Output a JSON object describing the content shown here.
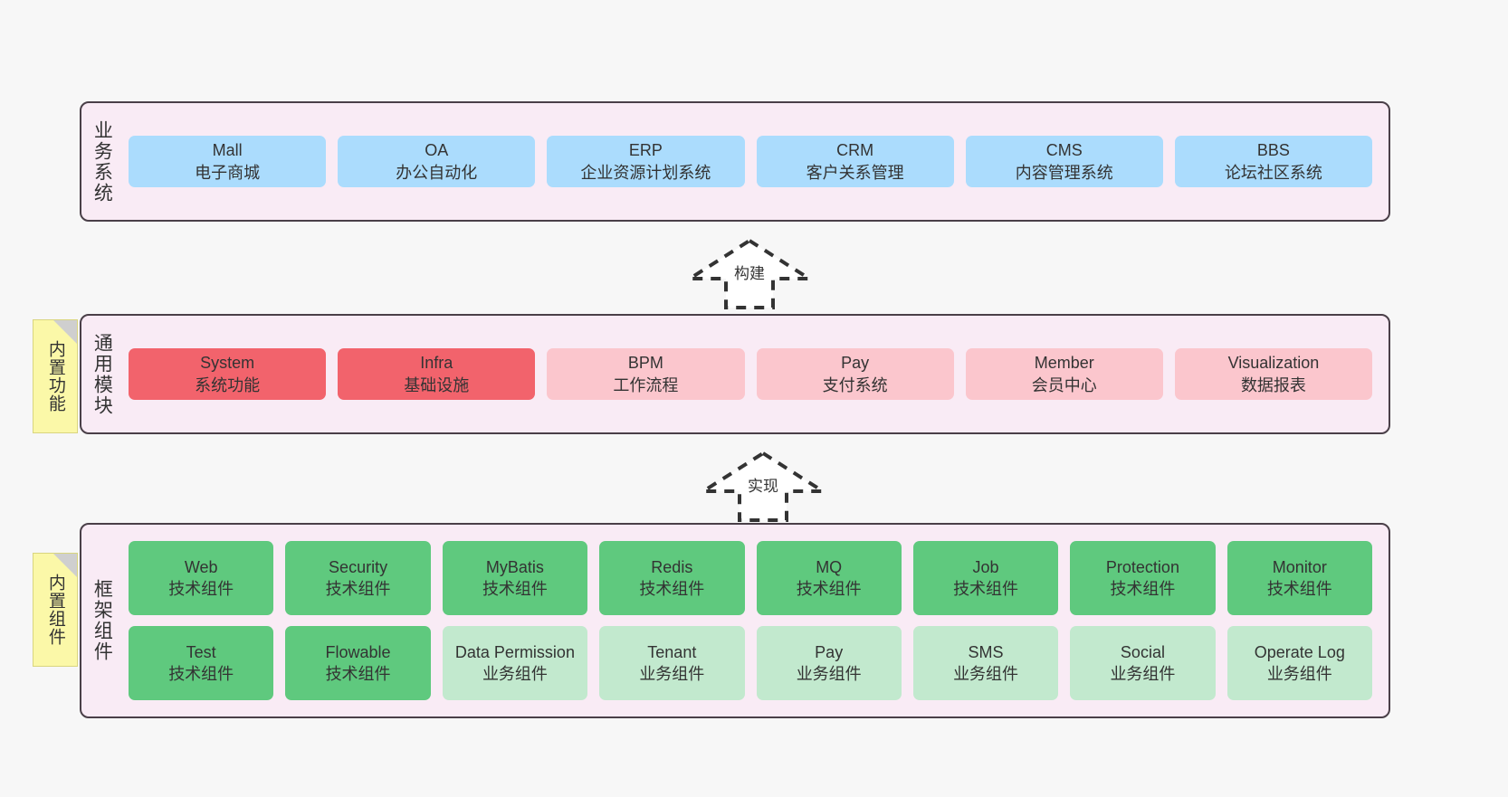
{
  "diagram": {
    "background": "#f7f7f7",
    "layer_fill": "#f9ebf5",
    "layer_border": "#4a3f48",
    "note_fill": "#fbf8a8"
  },
  "layers": [
    {
      "id": "business-systems",
      "label": "业务系统",
      "color": "#abdcfd",
      "rows": [
        {
          "cards": [
            {
              "title": "Mall",
              "subtitle": "电子商城",
              "style": "c-blue"
            },
            {
              "title": "OA",
              "subtitle": "办公自动化",
              "style": "c-blue"
            },
            {
              "title": "ERP",
              "subtitle": "企业资源计划系统",
              "style": "c-blue"
            },
            {
              "title": "CRM",
              "subtitle": "客户关系管理",
              "style": "c-blue"
            },
            {
              "title": "CMS",
              "subtitle": "内容管理系统",
              "style": "c-blue"
            },
            {
              "title": "BBS",
              "subtitle": "论坛社区系统",
              "style": "c-blue"
            }
          ]
        }
      ]
    },
    {
      "id": "common-modules",
      "label": "通用模块",
      "note": "内置功能",
      "rows": [
        {
          "cards": [
            {
              "title": "System",
              "subtitle": "系统功能",
              "style": "c-red"
            },
            {
              "title": "Infra",
              "subtitle": "基础设施",
              "style": "c-red"
            },
            {
              "title": "BPM",
              "subtitle": "工作流程",
              "style": "c-pink"
            },
            {
              "title": "Pay",
              "subtitle": "支付系统",
              "style": "c-pink"
            },
            {
              "title": "Member",
              "subtitle": "会员中心",
              "style": "c-pink"
            },
            {
              "title": "Visualization",
              "subtitle": "数据报表",
              "style": "c-pink"
            }
          ]
        }
      ]
    },
    {
      "id": "framework-components",
      "label": "框架组件",
      "note": "内置组件",
      "rows": [
        {
          "cards": [
            {
              "title": "Web",
              "subtitle": "技术组件",
              "style": "c-green"
            },
            {
              "title": "Security",
              "subtitle": "技术组件",
              "style": "c-green"
            },
            {
              "title": "MyBatis",
              "subtitle": "技术组件",
              "style": "c-green"
            },
            {
              "title": "Redis",
              "subtitle": "技术组件",
              "style": "c-green"
            },
            {
              "title": "MQ",
              "subtitle": "技术组件",
              "style": "c-green"
            },
            {
              "title": "Job",
              "subtitle": "技术组件",
              "style": "c-green"
            },
            {
              "title": "Protection",
              "subtitle": "技术组件",
              "style": "c-green"
            },
            {
              "title": "Monitor",
              "subtitle": "技术组件",
              "style": "c-green"
            }
          ]
        },
        {
          "cards": [
            {
              "title": "Test",
              "subtitle": "技术组件",
              "style": "c-green"
            },
            {
              "title": "Flowable",
              "subtitle": "技术组件",
              "style": "c-green"
            },
            {
              "title": "Data Permission",
              "subtitle": "业务组件",
              "style": "c-green-light",
              "wrap": true
            },
            {
              "title": "Tenant",
              "subtitle": "业务组件",
              "style": "c-green-light"
            },
            {
              "title": "Pay",
              "subtitle": "业务组件",
              "style": "c-green-light"
            },
            {
              "title": "SMS",
              "subtitle": "业务组件",
              "style": "c-green-light"
            },
            {
              "title": "Social",
              "subtitle": "业务组件",
              "style": "c-green-light"
            },
            {
              "title": "Operate Log",
              "subtitle": "业务组件",
              "style": "c-green-light"
            }
          ]
        }
      ]
    }
  ],
  "connectors": [
    {
      "id": "build",
      "label": "构建"
    },
    {
      "id": "implement",
      "label": "实现"
    }
  ]
}
